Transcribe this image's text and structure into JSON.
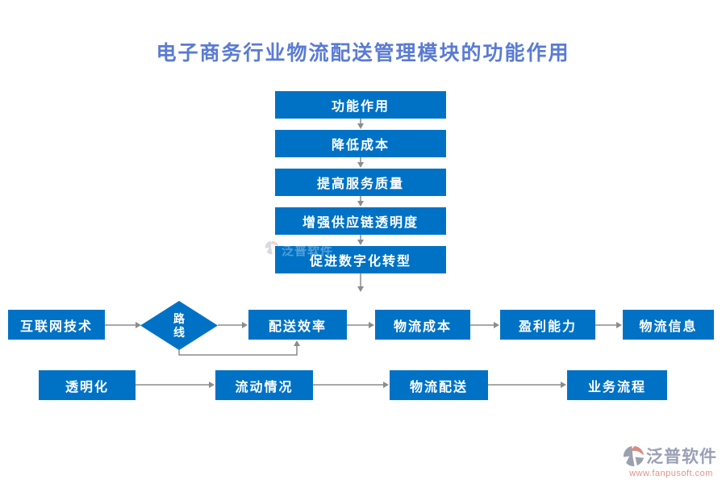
{
  "title": "电子商务行业物流配送管理模块的功能作用",
  "colors": {
    "node_blue": "#0072C6",
    "title_blue": "#5a7bd5",
    "connector_grey": "#8c8c8c",
    "brand_grey": "#9aa0b4",
    "brand_salmon": "#e0938c"
  },
  "chain": {
    "items": [
      "功能作用",
      "降低成本",
      "提高服务质量",
      "增强供应链透明度",
      "促进数字化转型"
    ]
  },
  "decision": {
    "label": "路\n线"
  },
  "row1": {
    "items": [
      "互联网技术",
      "配送效率",
      "物流成本",
      "盈利能力",
      "物流信息"
    ]
  },
  "row2": {
    "items": [
      "透明化",
      "流动情况",
      "物流配送",
      "业务流程"
    ]
  },
  "brand": {
    "name": "泛普软件",
    "url": "www.fanpusoft.com"
  }
}
